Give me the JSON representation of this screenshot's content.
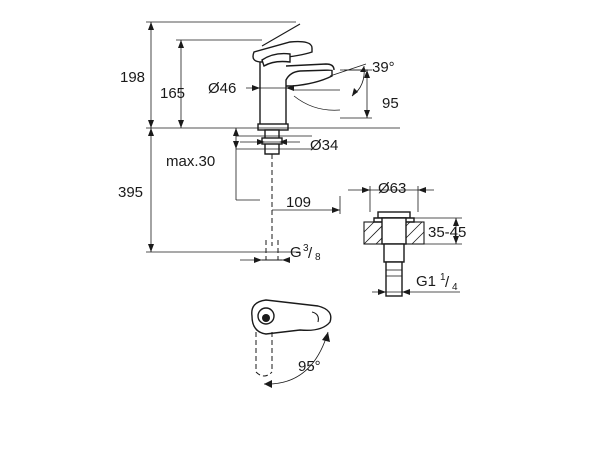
{
  "dimensions": {
    "total_height": "198",
    "spout_height": "165",
    "handle_diameter": "Ø46",
    "spout_angle": "39°",
    "spout_projection": "95",
    "base_diameter": "Ø34",
    "max_deck_thickness": "max.30",
    "below_deck_length": "395",
    "spout_reach": "109",
    "waste_diameter": "Ø63",
    "waste_deck_range": "35-45",
    "hose_thread_prefix": "G",
    "hose_thread_numerator": "3",
    "hose_thread_denominator": "8",
    "waste_thread_prefix": "G1",
    "waste_thread_numerator": "1",
    "waste_thread_denominator": "4",
    "handle_rotation": "95°"
  }
}
